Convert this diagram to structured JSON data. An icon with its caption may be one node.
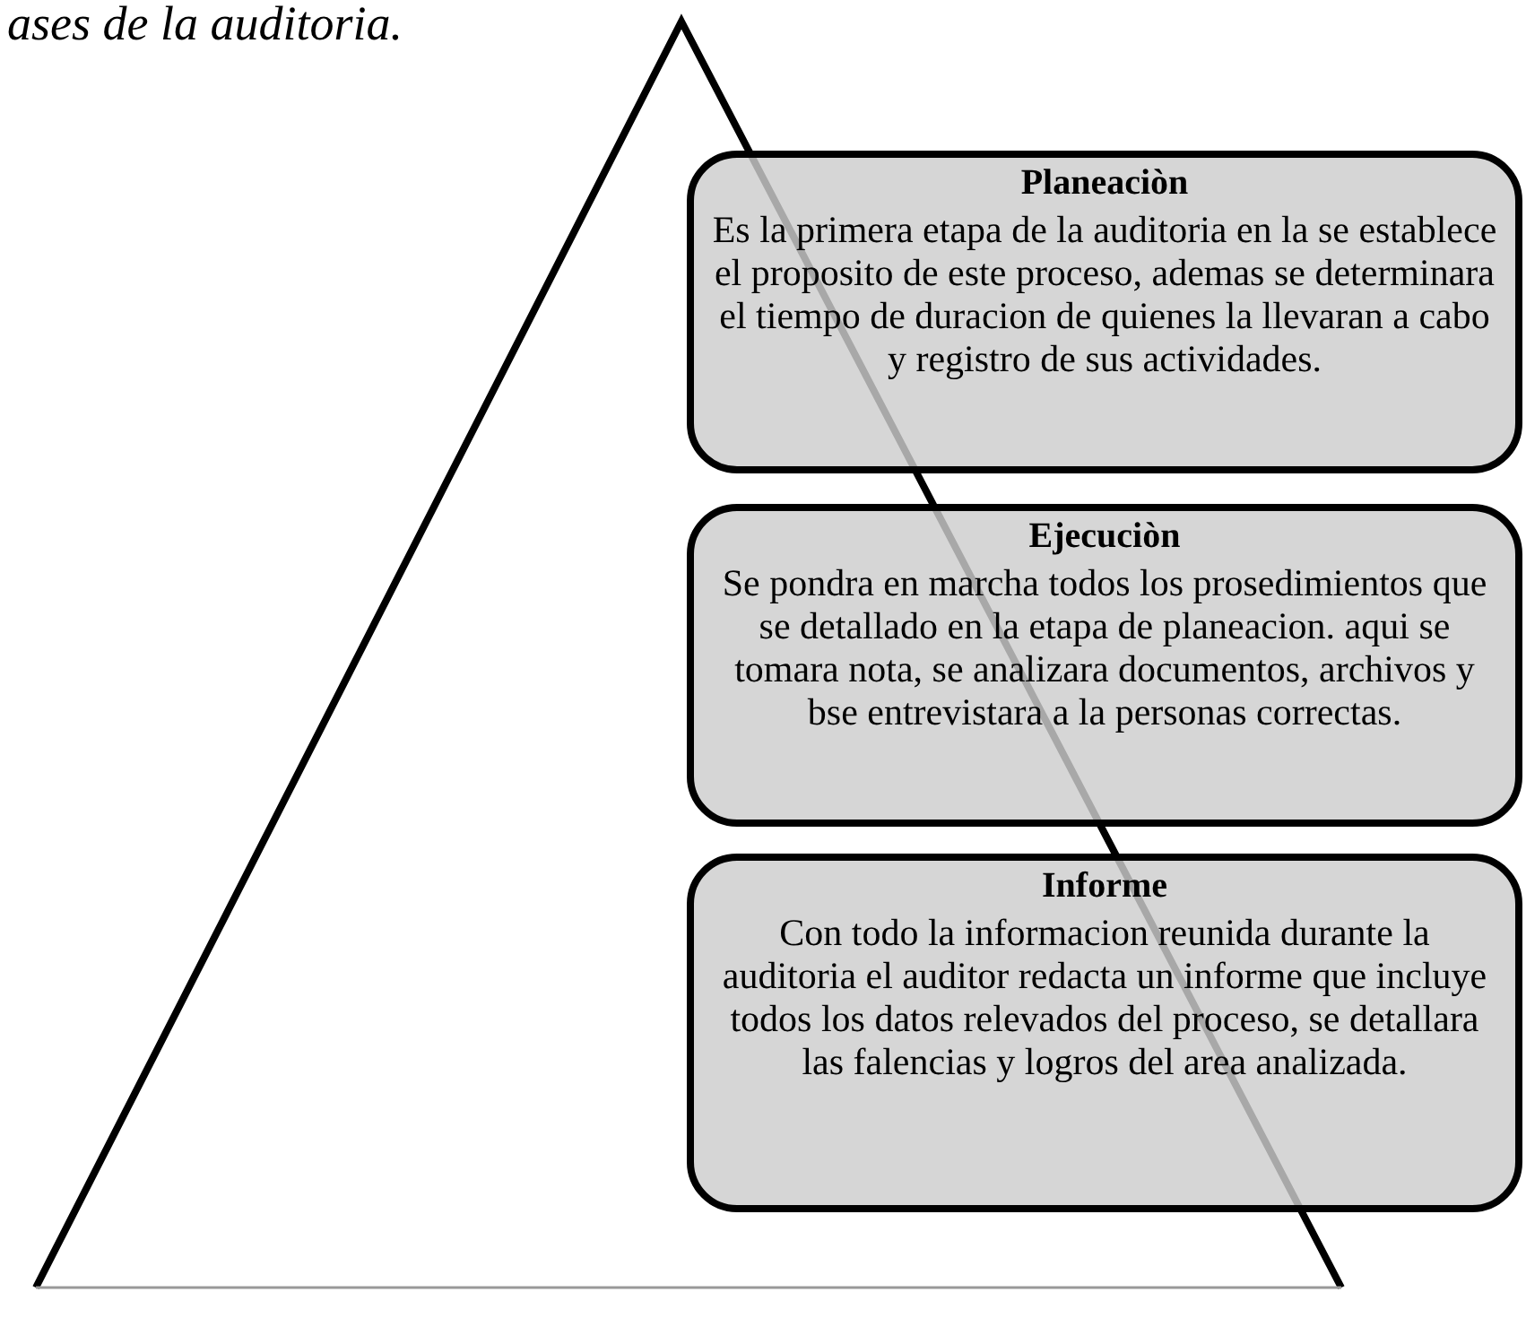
{
  "diagram": {
    "title": "ases de la auditoria.",
    "nodes": [
      {
        "text": [
          "Planeaciòn",
          "Es la primera etapa de la auditoria en la se establece el proposito de este proceso, ademas se determinara el tiempo de duracion de quienes la llevaran a cabo y registro de sus actividades."
        ]
      },
      {
        "text": [
          "Ejecuciòn",
          "Se pondra en marcha todos los prosedimientos que se detallado en la etapa de planeacion. aqui se tomara nota, se analizara documentos, archivos y bse entrevistara a la personas correctas."
        ]
      },
      {
        "text": [
          "Informe",
          "Con todo la informacion reunida durante la auditoria el auditor redacta un informe que incluye todos los datos relevados del proceso, se detallara las falencias y logros del area analizada."
        ]
      }
    ]
  }
}
